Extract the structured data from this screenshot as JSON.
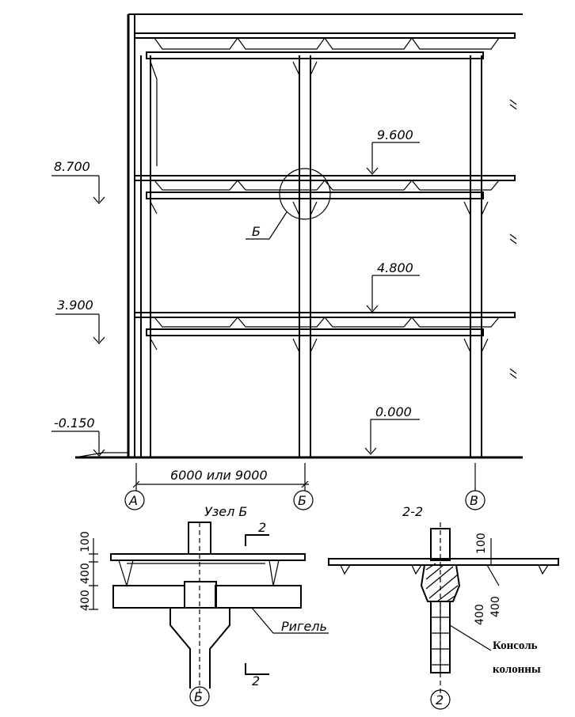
{
  "elevations": {
    "level_9600": "9.600",
    "level_8700": "8.700",
    "level_4800": "4.800",
    "level_3900": "3.900",
    "level_0000": "0.000",
    "level_m0150": "-0.150"
  },
  "dimension_span": "6000 или 9000",
  "axes": {
    "a": "А",
    "b": "Б",
    "v": "В"
  },
  "callout_b": "Б",
  "detail_b": {
    "title": "Узел Б",
    "section_mark": "2",
    "dim_100": "100",
    "dim_400a": "400",
    "dim_400b": "400",
    "rigel_label": "Ригель",
    "axis_label": "Б"
  },
  "section_2_2": {
    "title": "2-2",
    "dim_100": "100",
    "dim_400v": "400",
    "dim_400c": "400",
    "console_line1": "Консоль",
    "console_line2": "колонны",
    "axis_label": "2"
  },
  "colors": {
    "line": "#000000",
    "background": "#ffffff"
  }
}
